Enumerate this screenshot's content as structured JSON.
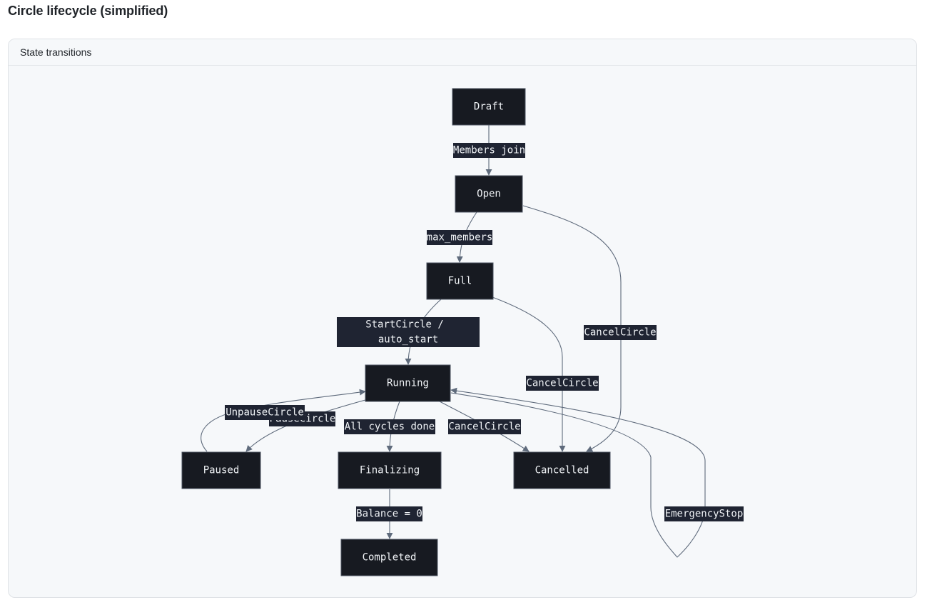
{
  "title": "Circle lifecycle (simplified)",
  "panel": {
    "header": "State transitions"
  },
  "states": {
    "draft": "Draft",
    "open": "Open",
    "full": "Full",
    "running": "Running",
    "paused": "Paused",
    "finalizing": "Finalizing",
    "cancelled": "Cancelled",
    "completed": "Completed"
  },
  "transitions": {
    "members_join": "Members join",
    "max_members": "max_members",
    "start_circle_line1": "StartCircle /",
    "start_circle_line2": "auto_start",
    "cancel_from_open": "CancelCircle",
    "cancel_from_full": "CancelCircle",
    "cancel_from_running": "CancelCircle",
    "unpause": "UnpauseCircle",
    "pause": "PauseCircle",
    "all_cycles_done": "All cycles done",
    "balance_zero": "Balance = 0",
    "emergency_stop": "EmergencyStop"
  },
  "colors": {
    "node_fill": "#171a21",
    "edge": "#5f6b7c",
    "label_bg": "#1f2432",
    "panel_bg": "#f6f8fa"
  }
}
